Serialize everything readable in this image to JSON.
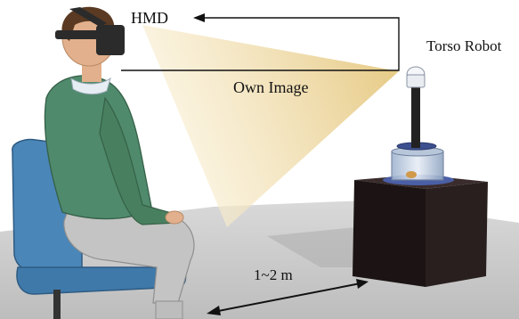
{
  "labels": {
    "hmd": "HMD",
    "torso_robot": "Torso Robot",
    "own_image": "Own Image",
    "distance": "1~2 m"
  },
  "colors": {
    "projection_beam": "#f2e3b3",
    "floor_shadow": "#c9c9c9",
    "sweater": "#4f8a6c",
    "pants": "#c4c4c4",
    "chair": "#4a86b8",
    "skin": "#e2b08c",
    "hair": "#5a3a22",
    "hmd_device": "#2b2b2b",
    "table_box": "#1c1414"
  },
  "icons": {
    "hmd_arrow": "arrow-left",
    "distance_arrow": "double-arrow"
  }
}
